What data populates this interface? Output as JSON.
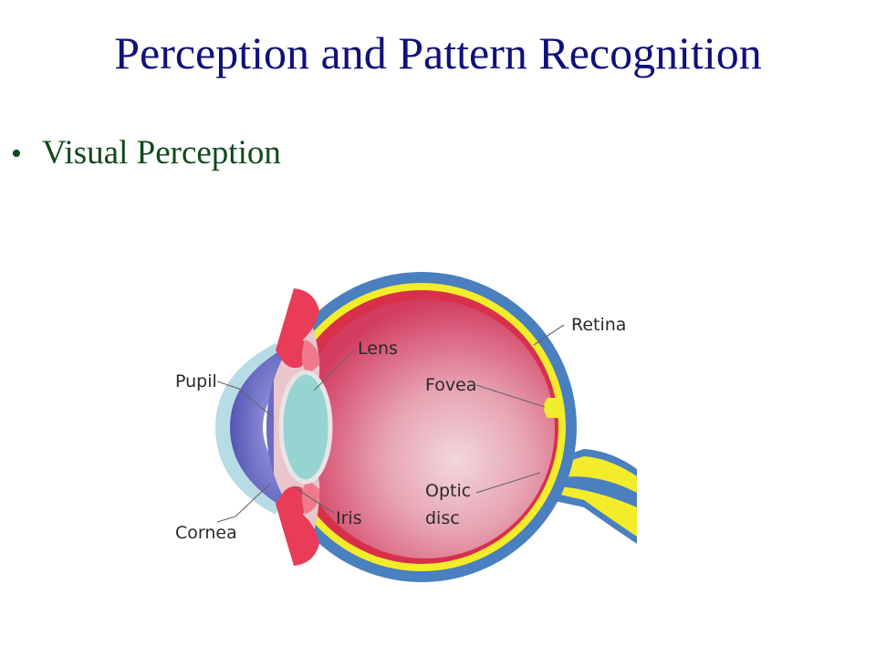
{
  "slide": {
    "title": "Perception and Pattern Recognition",
    "bullet": "Visual Perception"
  },
  "diagram": {
    "labels": {
      "retina": "Retina",
      "lens": "Lens",
      "pupil": "Pupil",
      "fovea": "Fovea",
      "optic_line1": "Optic",
      "optic_line2": "disc",
      "iris": "Iris",
      "cornea": "Cornea"
    },
    "colors": {
      "sclera": "#4a7fc0",
      "choroid": "#d8304a",
      "retina": "#f2ec2a",
      "vitreous": "#d84466",
      "lens": "#96d4d2",
      "cornea": "#b8dce6",
      "anterior_chamber": "#6a6cc4",
      "iris": "#e83c58"
    }
  }
}
